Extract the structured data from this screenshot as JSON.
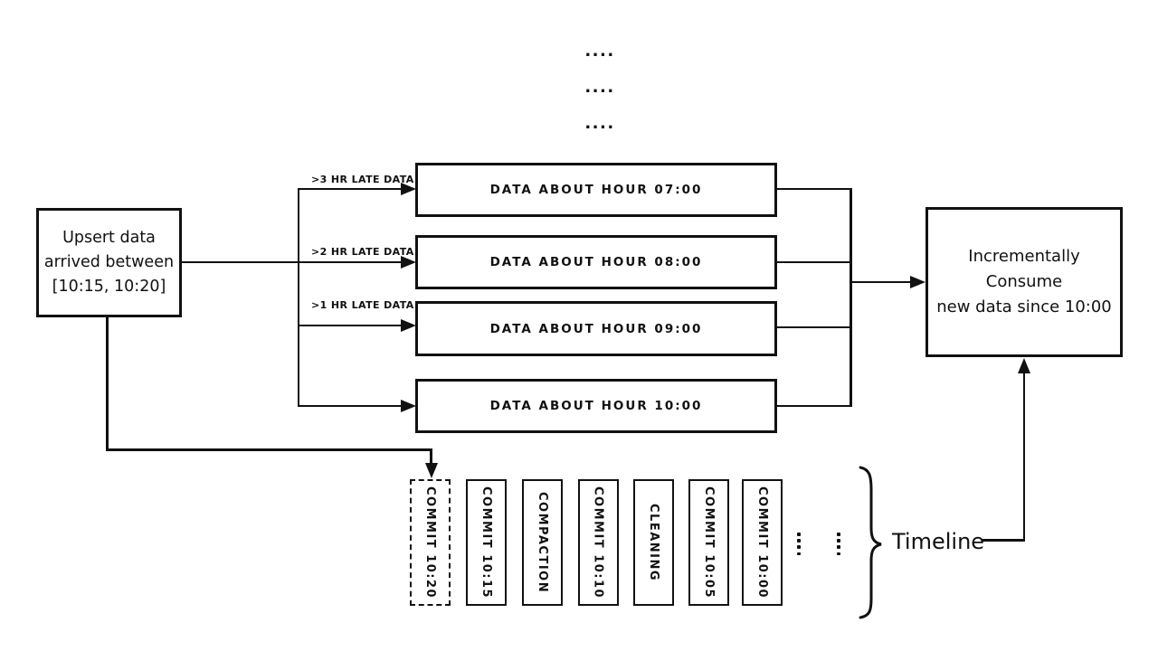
{
  "ink_color": "#111111",
  "background_color": "#ffffff",
  "top_ellipsis": {
    "rows": [
      "....",
      "....",
      "...."
    ]
  },
  "source_box": {
    "line1": "Upsert data",
    "line2": "arrived between",
    "line3": "[10:15, 10:20]"
  },
  "late_arrows": [
    {
      "label": ">3 HR LATE DATA"
    },
    {
      "label": ">2 HR LATE DATA"
    },
    {
      "label": ">1 HR LATE DATA"
    }
  ],
  "hour_boxes": [
    {
      "label": "DATA ABOUT HOUR 07:00"
    },
    {
      "label": "DATA ABOUT HOUR 08:00"
    },
    {
      "label": "DATA ABOUT HOUR 09:00"
    },
    {
      "label": "DATA ABOUT HOUR 10:00"
    }
  ],
  "consumer_box": {
    "line1": "Incrementally Consume",
    "line2": "new data since 10:00"
  },
  "timeline": {
    "label": "Timeline",
    "events": [
      {
        "label": "COMMIT  10:20",
        "style": "dashed"
      },
      {
        "label": "COMMIT  10:15",
        "style": "solid"
      },
      {
        "label": "COMPACTION",
        "style": "solid"
      },
      {
        "label": "COMMIT  10:10",
        "style": "solid"
      },
      {
        "label": "CLEANING",
        "style": "solid"
      },
      {
        "label": "COMMIT  10:05",
        "style": "solid"
      },
      {
        "label": "COMMIT  10:00",
        "style": "solid"
      }
    ]
  },
  "icons": {
    "timeline_brace": "curly-brace-right",
    "continuation": "ellipsis-vertical"
  }
}
